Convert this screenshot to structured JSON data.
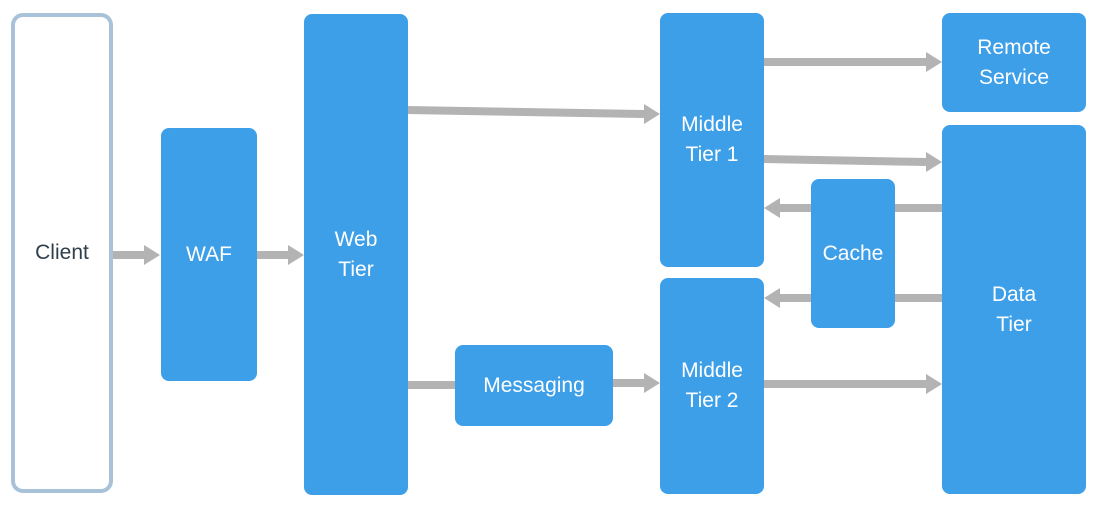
{
  "diagram": {
    "nodes": {
      "client": "Client",
      "waf": "WAF",
      "web_tier": "Web\nTier",
      "messaging": "Messaging",
      "middle_tier_1": "Middle\nTier 1",
      "middle_tier_2": "Middle\nTier 2",
      "remote_service": "Remote\nService",
      "cache": "Cache",
      "data_tier": "Data\nTier"
    },
    "colors": {
      "node_fill": "#3e9fe9",
      "client_border": "#a8c3d9",
      "arrow": "#b3b3b3"
    },
    "edges": [
      {
        "from": "client",
        "to": "waf"
      },
      {
        "from": "waf",
        "to": "web_tier"
      },
      {
        "from": "web_tier",
        "to": "middle_tier_1"
      },
      {
        "from": "web_tier",
        "to": "messaging"
      },
      {
        "from": "messaging",
        "to": "middle_tier_2"
      },
      {
        "from": "middle_tier_1",
        "to": "remote_service"
      },
      {
        "from": "middle_tier_1",
        "to": "data_tier"
      },
      {
        "from": "middle_tier_2",
        "to": "data_tier"
      },
      {
        "from": "data_tier",
        "to": "middle_tier_1",
        "via": "cache"
      },
      {
        "from": "data_tier",
        "to": "middle_tier_2",
        "via": "cache"
      }
    ]
  }
}
